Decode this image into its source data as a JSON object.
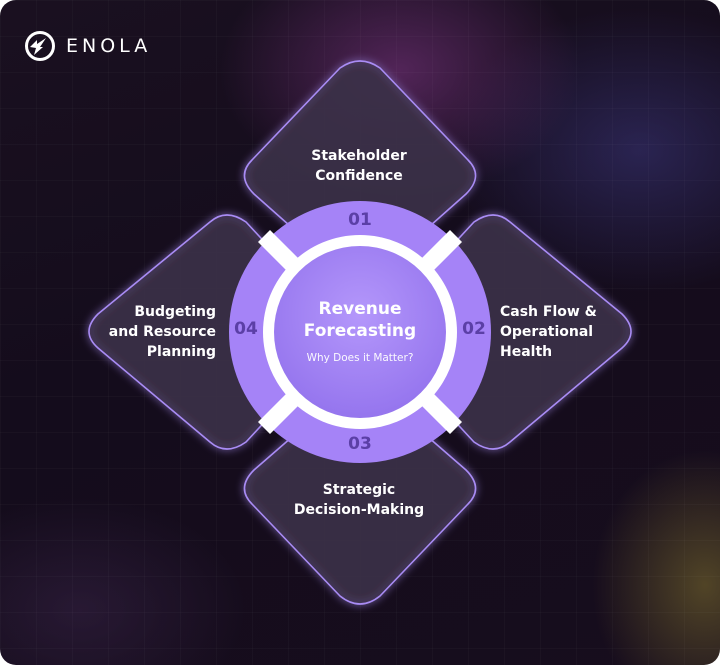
{
  "brand": {
    "name": "ENOLA"
  },
  "center": {
    "title": "Revenue Forecasting",
    "subtitle": "Why Does it Matter?"
  },
  "items": [
    {
      "number": "01",
      "label": "Stakeholder Confidence"
    },
    {
      "number": "02",
      "label": "Cash Flow & Operational Health"
    },
    {
      "number": "03",
      "label": "Strategic Decision-Making"
    },
    {
      "number": "04",
      "label": "Budgeting and Resource Planning"
    }
  ],
  "colors": {
    "ring": "#a583f7",
    "ring_gap": "#ffffff",
    "petal_border": "#a98cf5",
    "number": "#5b3fa6",
    "background": "#160e1e"
  }
}
